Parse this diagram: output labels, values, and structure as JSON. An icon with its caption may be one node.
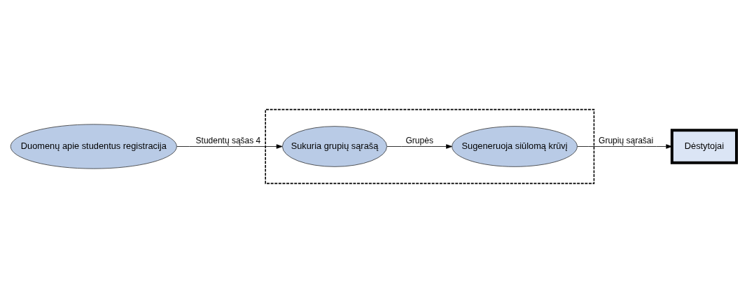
{
  "diagram": {
    "nodes": [
      {
        "text": [
          "Duomenų apie studentus registracija"
        ]
      },
      {
        "text": [],
        "shape": "box"
      },
      {
        "text": [
          "Sukuria grupių sąrašą"
        ],
        "in": 1
      },
      {
        "text": [
          "Sugeneruoja siūlomą krūvį"
        ],
        "in": 1
      },
      {
        "text": [
          "Dėstytojai"
        ]
      }
    ],
    "edges": [
      {
        "from": 0,
        "to": 2,
        "arrow": "to",
        "label": "Studentų sąšas 4"
      },
      {
        "from": 2,
        "to": 3,
        "arrow": "to",
        "label": "Grupės"
      },
      {
        "from": 3,
        "to": 4,
        "arrow": "to",
        "label": "Grupių sąrašai"
      }
    ]
  }
}
